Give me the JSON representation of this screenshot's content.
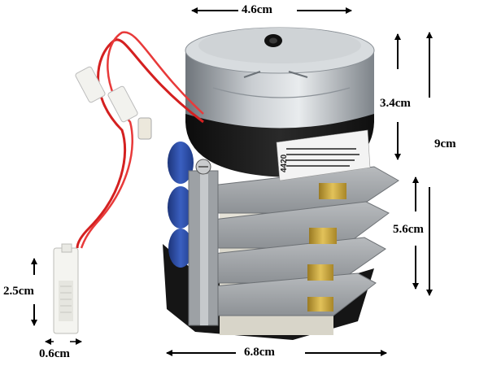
{
  "image": {
    "subject": "defrost timer",
    "background_color": "#ffffff",
    "dimension_color": "#000000",
    "wire_color": "#d42020",
    "motor_color": "#a8adb2",
    "cam_color": "#2c4fa8",
    "bracket_color": "#9ea2a6",
    "terminal_color": "#c8a23a",
    "plug_color": "#f4f4f0"
  },
  "dimensions": {
    "top_width": "4.6cm",
    "motor_height": "3.4cm",
    "total_height": "9cm",
    "switch_stack_height": "5.6cm",
    "base_width": "6.8cm",
    "plug_height": "2.5cm",
    "plug_width": "0.6cm"
  },
  "label": {
    "code": "4420"
  }
}
